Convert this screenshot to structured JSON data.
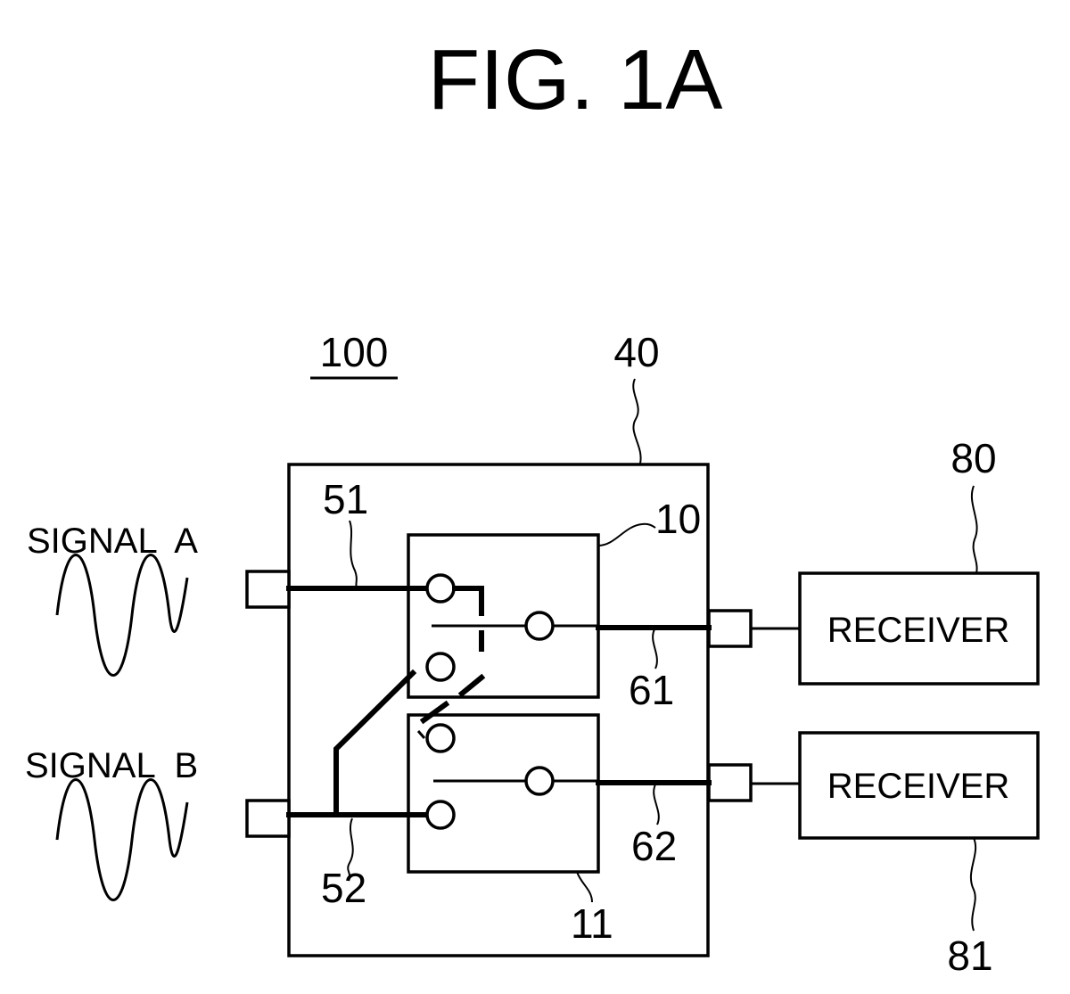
{
  "figure": {
    "title": "FIG. 1A",
    "device_ref": "100",
    "housing_ref": "40"
  },
  "signals": [
    {
      "label": "SIGNAL  A"
    },
    {
      "label": "SIGNAL  B"
    }
  ],
  "switches": [
    {
      "ref": "10"
    },
    {
      "ref": "11"
    }
  ],
  "input_lines": [
    {
      "ref": "51"
    },
    {
      "ref": "52"
    }
  ],
  "output_lines": [
    {
      "ref": "61"
    },
    {
      "ref": "62"
    }
  ],
  "receivers": [
    {
      "label": "RECEIVER",
      "ref": "80"
    },
    {
      "label": "RECEIVER",
      "ref": "81"
    }
  ]
}
